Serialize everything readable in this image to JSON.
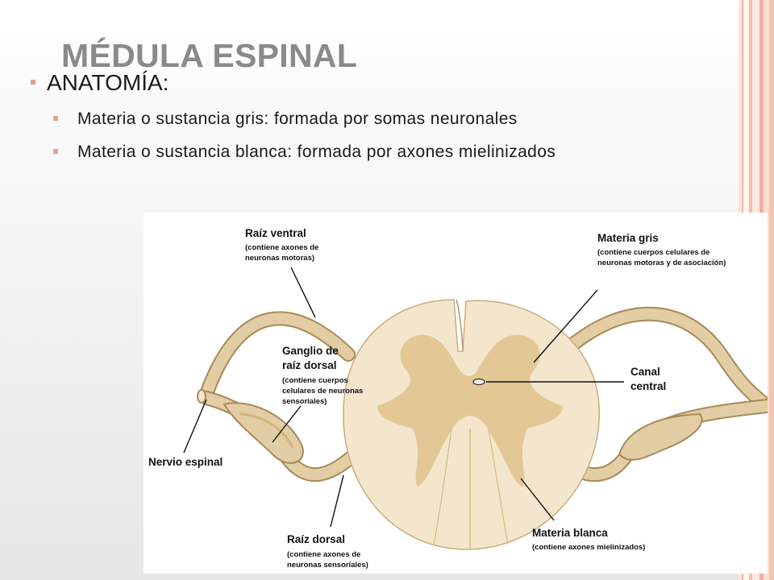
{
  "slide": {
    "title": "MÉDULA ESPINAL",
    "bullets": [
      {
        "level": 1,
        "text": "ANATOMÍA:"
      },
      {
        "level": 2,
        "text": "Materia o sustancia gris: formada por somas neuronales"
      },
      {
        "level": 2,
        "text": "Materia o sustancia blanca: formada por axones mielinizados"
      }
    ],
    "accent_color": "#e8a08e"
  },
  "diagram": {
    "labels": {
      "raiz_ventral": {
        "title": "Raíz ventral",
        "sub": [
          "(contiene axones de",
          "neuronas motoras)"
        ]
      },
      "materia_gris": {
        "title": "Materia gris",
        "sub": [
          "(contiene cuerpos celulares de",
          "neuronas motoras y de asociación)"
        ]
      },
      "ganglio": {
        "title": [
          "Ganglio de",
          "raíz dorsal"
        ],
        "sub": [
          "(contiene cuerpos",
          "celulares de neuronas",
          "sensoriales)"
        ]
      },
      "canal": {
        "title": [
          "Canal",
          "central"
        ]
      },
      "nervio": {
        "title": "Nervio espinal"
      },
      "raiz_dorsal": {
        "title": "Raíz dorsal",
        "sub": [
          "(contiene axones de",
          "neuronas sensoriales)"
        ]
      },
      "materia_blanca": {
        "title": "Materia blanca",
        "sub": [
          "(contiene axones mielinizados)"
        ]
      }
    },
    "colors": {
      "white_matter": "#f3e6cc",
      "gray_matter": "#e3c896",
      "nerve_fill": "#e2cda4",
      "nerve_outline": "#a88a58",
      "leader_lines": "#111111"
    }
  }
}
